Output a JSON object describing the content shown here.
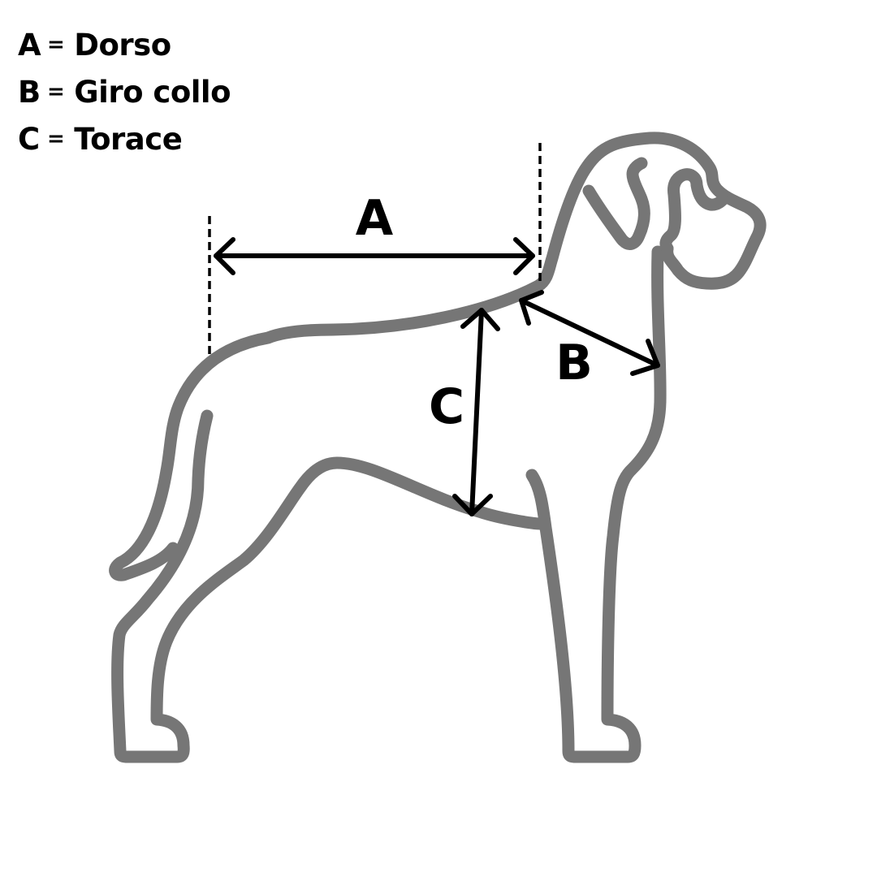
{
  "legend": {
    "items": [
      {
        "key": "A",
        "eq": "=",
        "label": "Dorso"
      },
      {
        "key": "B",
        "eq": "=",
        "label": "Giro collo"
      },
      {
        "key": "C",
        "eq": "=",
        "label": "Torace"
      }
    ]
  },
  "diagram": {
    "subject": "dog-silhouette",
    "outline_color": "#767676",
    "arrow_color": "#000000",
    "labels": {
      "a": "A",
      "b": "B",
      "c": "C"
    }
  }
}
